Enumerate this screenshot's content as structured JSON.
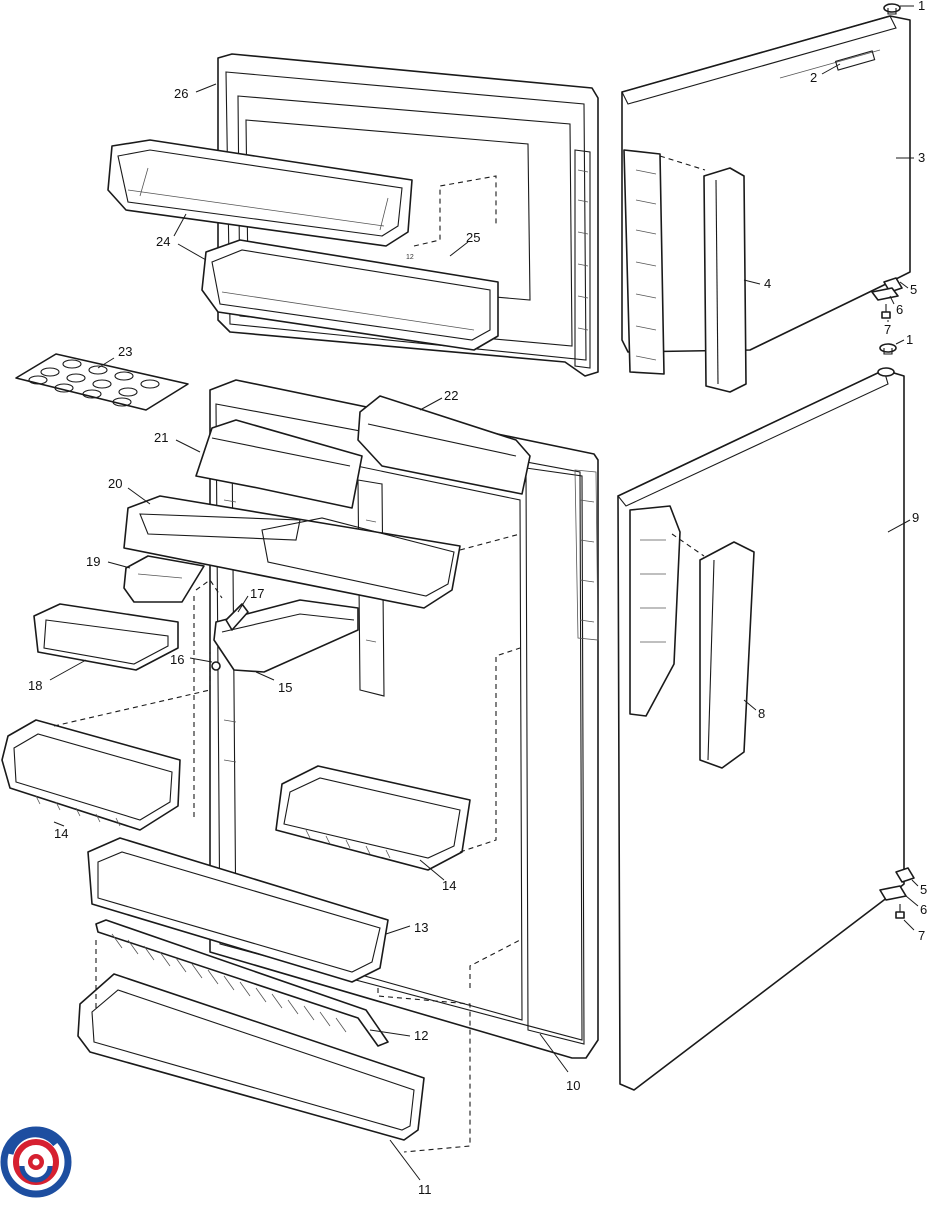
{
  "diagram": {
    "callouts": [
      "1",
      "2",
      "3",
      "4",
      "5",
      "6",
      "7",
      "1",
      "5",
      "6",
      "7",
      "8",
      "9",
      "10",
      "11",
      "12",
      "13",
      "14",
      "14",
      "15",
      "16",
      "17",
      "18",
      "19",
      "20",
      "21",
      "22",
      "23",
      "24",
      "25",
      "26"
    ],
    "door_mark_number": "12"
  },
  "colors": {
    "line": "#1a1a1a",
    "background": "#ffffff",
    "logo_blue": "#1d4ea0",
    "logo_red": "#d62030"
  },
  "logo": {
    "icon": "swirl-logo-icon"
  }
}
